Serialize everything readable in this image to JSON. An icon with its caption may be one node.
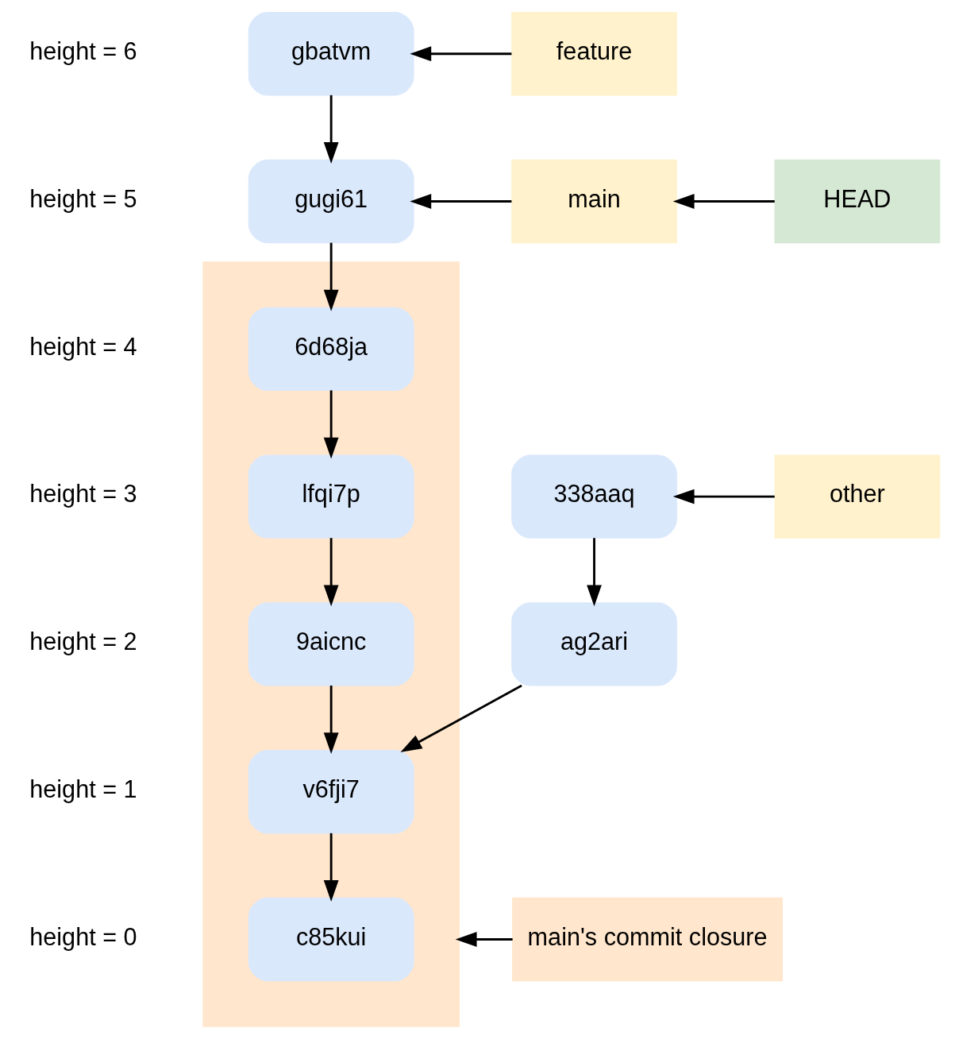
{
  "diagram": {
    "nodes": [
      {
        "text": [
          "gbatvm"
        ]
      },
      {
        "text": [
          "feature"
        ]
      },
      {
        "text": [
          "gugi61"
        ]
      },
      {
        "text": [
          "main"
        ]
      },
      {
        "text": [
          "HEAD"
        ]
      },
      {
        "text": [],
        "shape": "box"
      },
      {
        "text": [
          "6d68ja"
        ],
        "in": 5
      },
      {
        "text": [
          "lfqi7p"
        ],
        "in": 5
      },
      {
        "text": [
          "338aaq"
        ]
      },
      {
        "text": [
          "other"
        ]
      },
      {
        "text": [
          "9aicnc"
        ],
        "in": 5
      },
      {
        "text": [
          "ag2ari"
        ]
      },
      {
        "text": [
          "v6fji7"
        ],
        "in": 5
      },
      {
        "text": [
          "c85kui"
        ],
        "in": 5
      },
      {
        "text": [
          "main's commit closure"
        ]
      }
    ],
    "edges": [
      {
        "from": 1,
        "to": 0,
        "arrow": "to"
      },
      {
        "from": 0,
        "to": 2,
        "arrow": "to"
      },
      {
        "from": 3,
        "to": 2,
        "arrow": "to"
      },
      {
        "from": 4,
        "to": 3,
        "arrow": "to"
      },
      {
        "from": 2,
        "to": 6,
        "arrow": "to"
      },
      {
        "from": 6,
        "to": 7,
        "arrow": "to"
      },
      {
        "from": 9,
        "to": 8,
        "arrow": "to"
      },
      {
        "from": 7,
        "to": 10,
        "arrow": "to"
      },
      {
        "from": 8,
        "to": 11,
        "arrow": "to"
      },
      {
        "from": 10,
        "to": 12,
        "arrow": "to"
      },
      {
        "from": 11,
        "to": 12,
        "arrow": "to"
      },
      {
        "from": 12,
        "to": 13,
        "arrow": "to"
      },
      {
        "from": 14,
        "to": 5,
        "arrow": "to"
      }
    ],
    "labels": [
      "height = 6",
      "height = 5",
      "height = 4",
      "height = 3",
      "height = 2",
      "height = 1",
      "height = 0"
    ]
  }
}
